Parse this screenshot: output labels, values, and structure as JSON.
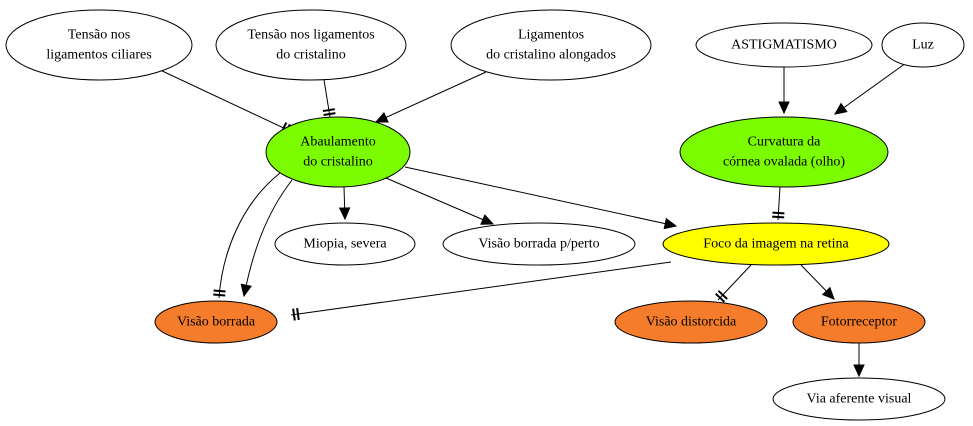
{
  "colors": {
    "default_fill": "#ffffff",
    "green": "#7cfc00",
    "yellow": "#ffff00",
    "orange": "#f47c2a",
    "stroke": "#000000"
  },
  "nodes": {
    "n1": {
      "lines": [
        "Tensão nos",
        "ligamentos ciliares"
      ],
      "fill": "default"
    },
    "n2": {
      "lines": [
        "Tensão nos ligamentos",
        "do cristalino"
      ],
      "fill": "default"
    },
    "n3": {
      "lines": [
        "Ligamentos",
        "do cristalino alongados"
      ],
      "fill": "default"
    },
    "n4": {
      "lines": [
        "ASTIGMATISMO"
      ],
      "fill": "default"
    },
    "n5": {
      "lines": [
        "Luz"
      ],
      "fill": "default"
    },
    "n6": {
      "lines": [
        "Abaulamento",
        "do cristalino"
      ],
      "fill": "green"
    },
    "n7": {
      "lines": [
        "Curvatura da",
        "córnea ovalada (olho)"
      ],
      "fill": "green"
    },
    "n8": {
      "lines": [
        "Miopia, severa"
      ],
      "fill": "default"
    },
    "n9": {
      "lines": [
        "Visão borrada p/perto"
      ],
      "fill": "default"
    },
    "n10": {
      "lines": [
        "Foco da imagem na retina"
      ],
      "fill": "yellow"
    },
    "n11": {
      "lines": [
        "Visão borrada"
      ],
      "fill": "orange"
    },
    "n12": {
      "lines": [
        "Visão distorcida"
      ],
      "fill": "orange"
    },
    "n13": {
      "lines": [
        "Fotorreceptor"
      ],
      "fill": "orange"
    },
    "n14": {
      "lines": [
        "Via aferente visual"
      ],
      "fill": "default"
    }
  },
  "edges": [
    {
      "from": "n1",
      "to": "n6",
      "head": "tee"
    },
    {
      "from": "n2",
      "to": "n6",
      "head": "tee"
    },
    {
      "from": "n3",
      "to": "n6",
      "head": "arrow"
    },
    {
      "from": "n4",
      "to": "n7",
      "head": "arrow"
    },
    {
      "from": "n5",
      "to": "n7",
      "head": "arrow"
    },
    {
      "from": "n6",
      "to": "n8",
      "head": "arrow"
    },
    {
      "from": "n6",
      "to": "n9",
      "head": "arrow"
    },
    {
      "from": "n6",
      "to": "n10",
      "head": "arrow"
    },
    {
      "from": "n6",
      "to": "n11",
      "head": "tee"
    },
    {
      "from": "n6",
      "to": "n11",
      "head": "arrow"
    },
    {
      "from": "n7",
      "to": "n10",
      "head": "tee"
    },
    {
      "from": "n10",
      "to": "n11",
      "head": "tee"
    },
    {
      "from": "n10",
      "to": "n12",
      "head": "tee"
    },
    {
      "from": "n10",
      "to": "n13",
      "head": "arrow"
    },
    {
      "from": "n13",
      "to": "n14",
      "head": "arrow"
    }
  ]
}
